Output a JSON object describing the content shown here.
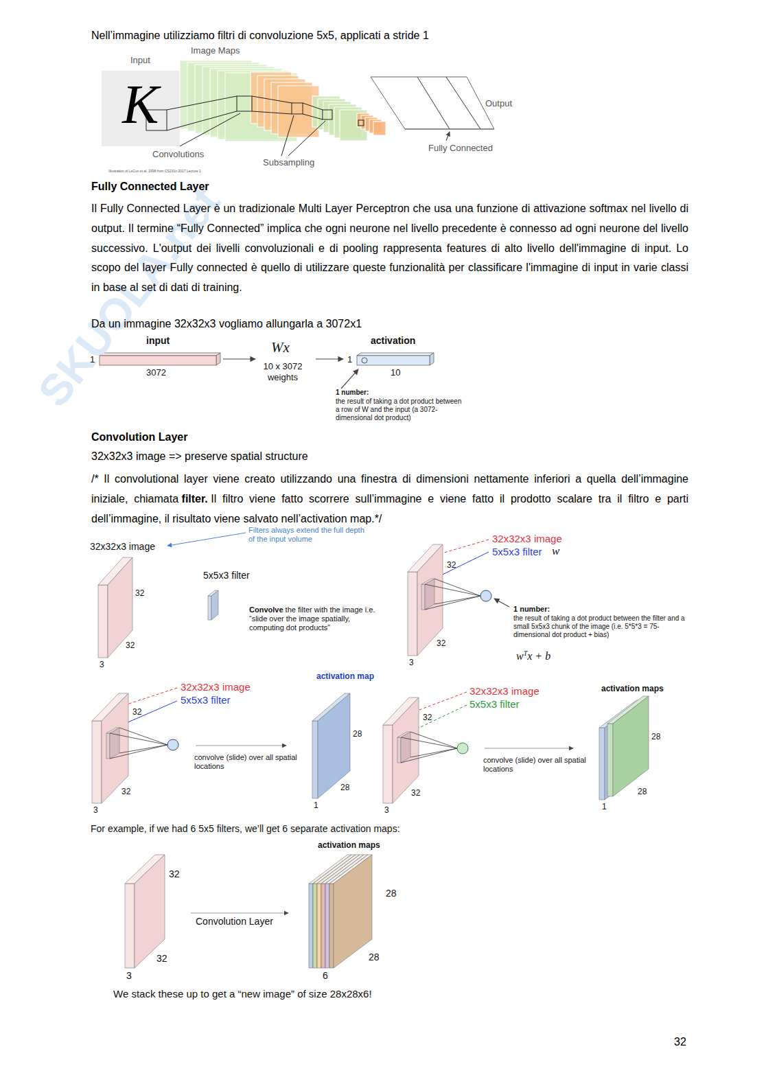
{
  "diagram": {
    "labels": [
      "Nell’immagine utilizziamo filtri di convoluzione 5x5, applicati a stride 1",
      "Input",
      "Image Maps",
      "K",
      "Output",
      "Convolutions",
      "Subsampling",
      "Fully Connected",
      "Illustration of LeCun et al. 1998 from CS231n 2017 Lecture 1",
      "Fully Connected Layer",
      "Il Fully Connected Layer è un tradizionale Multi Layer Perceptron che usa una funzione di attivazione softmax nel livello di output. Il termine “Fully Connected” implica che ogni neurone nel livello precedente è connesso ad ogni neurone del livello successivo. L'output dei livelli convoluzionali e di pooling rappresenta features di alto livello dell'immagine di input. Lo scopo del layer Fully connected è quello di utilizzare queste funzionalità per classificare l'immagine di input in varie classi in base al set di dati di training.",
      "Da un immagine 32x32x3 vogliamo allungarla a 3072x1",
      "input",
      "1",
      "3072",
      "Wx",
      "10 x 3072 weights",
      "activation",
      "1",
      "10",
      "1 number:",
      "the result of taking a dot product between a row of W and the input (a 3072-dimensional dot product)",
      "Convolution Layer",
      "32x32x3 image => preserve spatial structure",
      "/* Il convolutional layer viene creato utilizzando una finestra di dimensioni nettamente inferiori a quella dell’immagine iniziale, chiamata",
      "filter.",
      "Il filtro viene fatto scorrere sull’immagine e viene fatto il prodotto scalare tra il filtro e parti dell’immagine, il risultato viene salvato nell’activation map.*/",
      "Filters always extend the full depth of the input volume",
      "32x32x3 image",
      "32",
      "32",
      "3",
      "5x5x3 filter",
      "Convolve",
      "the filter with the image i.e. “slide over the image spatially, computing dot products”",
      "32x32x3 image",
      "5x5x3 filter",
      "w",
      "32",
      "32",
      "3",
      "1 number:",
      "the result of taking a dot product between the filter and a small 5x5x3 chunk of the image (i.e. 5*5*3 = 75-dimensional dot product + bias)",
      "w",
      "T",
      "x + b",
      "32x32x3 image",
      "5x5x3 filter",
      "32",
      "32",
      "3",
      "convolve (slide) over all spatial locations",
      "activation map",
      "28",
      "28",
      "1",
      "32x32x3 image",
      "5x5x3 filter",
      "32",
      "32",
      "3",
      "convolve (slide) over all spatial locations",
      "activation maps",
      "28",
      "28",
      "1",
      "For example, if we had 6 5x5 filters, we’ll get 6 separate activation maps:",
      "activation maps",
      "32",
      "32",
      "3",
      "Convolution Layer",
      "28",
      "28",
      "6",
      "We stack these up to get a “new image” of size 28x28x6!",
      "32",
      "SKUOLA.net"
    ]
  }
}
